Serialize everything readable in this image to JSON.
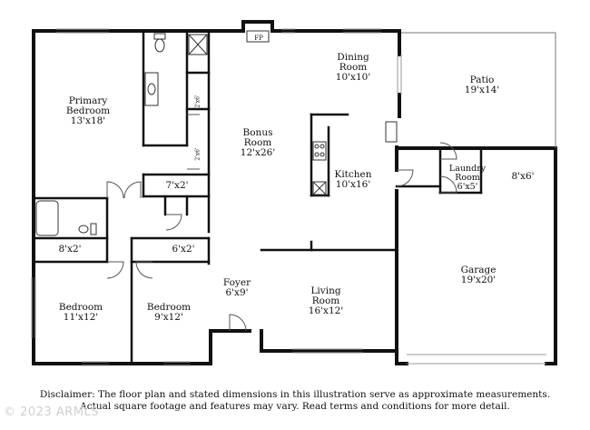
{
  "rooms": {
    "primary_bedroom": {
      "name": "Primary\nBedroom",
      "dim": "13'x18'"
    },
    "bonus_room": {
      "name": "Bonus\nRoom",
      "dim": "12'x26'"
    },
    "dining_room": {
      "name": "Dining\nRoom",
      "dim": "10'x10'"
    },
    "patio": {
      "name": "Patio",
      "dim": "19'x14'"
    },
    "kitchen": {
      "name": "Kitchen",
      "dim": "10'x16'"
    },
    "laundry_room": {
      "name": "Laundry\nRoom",
      "dim": "6'x5'"
    },
    "storage": {
      "dim": "8'x6'"
    },
    "closet_7x2": {
      "dim": "7'x2'"
    },
    "closet_8x2": {
      "dim": "8'x2'"
    },
    "closet_6x2": {
      "dim": "6'x2'"
    },
    "closet_2x6_a": {
      "dim": "2'x6'"
    },
    "closet_2x6_b": {
      "dim": "2'x6'"
    },
    "foyer": {
      "name": "Foyer",
      "dim": "6'x9'"
    },
    "living_room": {
      "name": "Living\nRoom",
      "dim": "16'x12'"
    },
    "garage": {
      "name": "Garage",
      "dim": "19'x20'"
    },
    "bedroom_1": {
      "name": "Bedroom",
      "dim": "11'x12'"
    },
    "bedroom_2": {
      "name": "Bedroom",
      "dim": "9'x12'"
    },
    "fireplace": {
      "name": "FP"
    }
  },
  "disclaimer": {
    "line1": "Disclaimer: The floor plan and stated dimensions in this illustration serve as approximate measurements.",
    "line2": "Actual square footage and features may vary. Read terms and conditions for more detail."
  },
  "copyright": "© 2023 ARMLS",
  "colors": {
    "wall": "#111111",
    "line": "#333333",
    "window": "#999999"
  }
}
